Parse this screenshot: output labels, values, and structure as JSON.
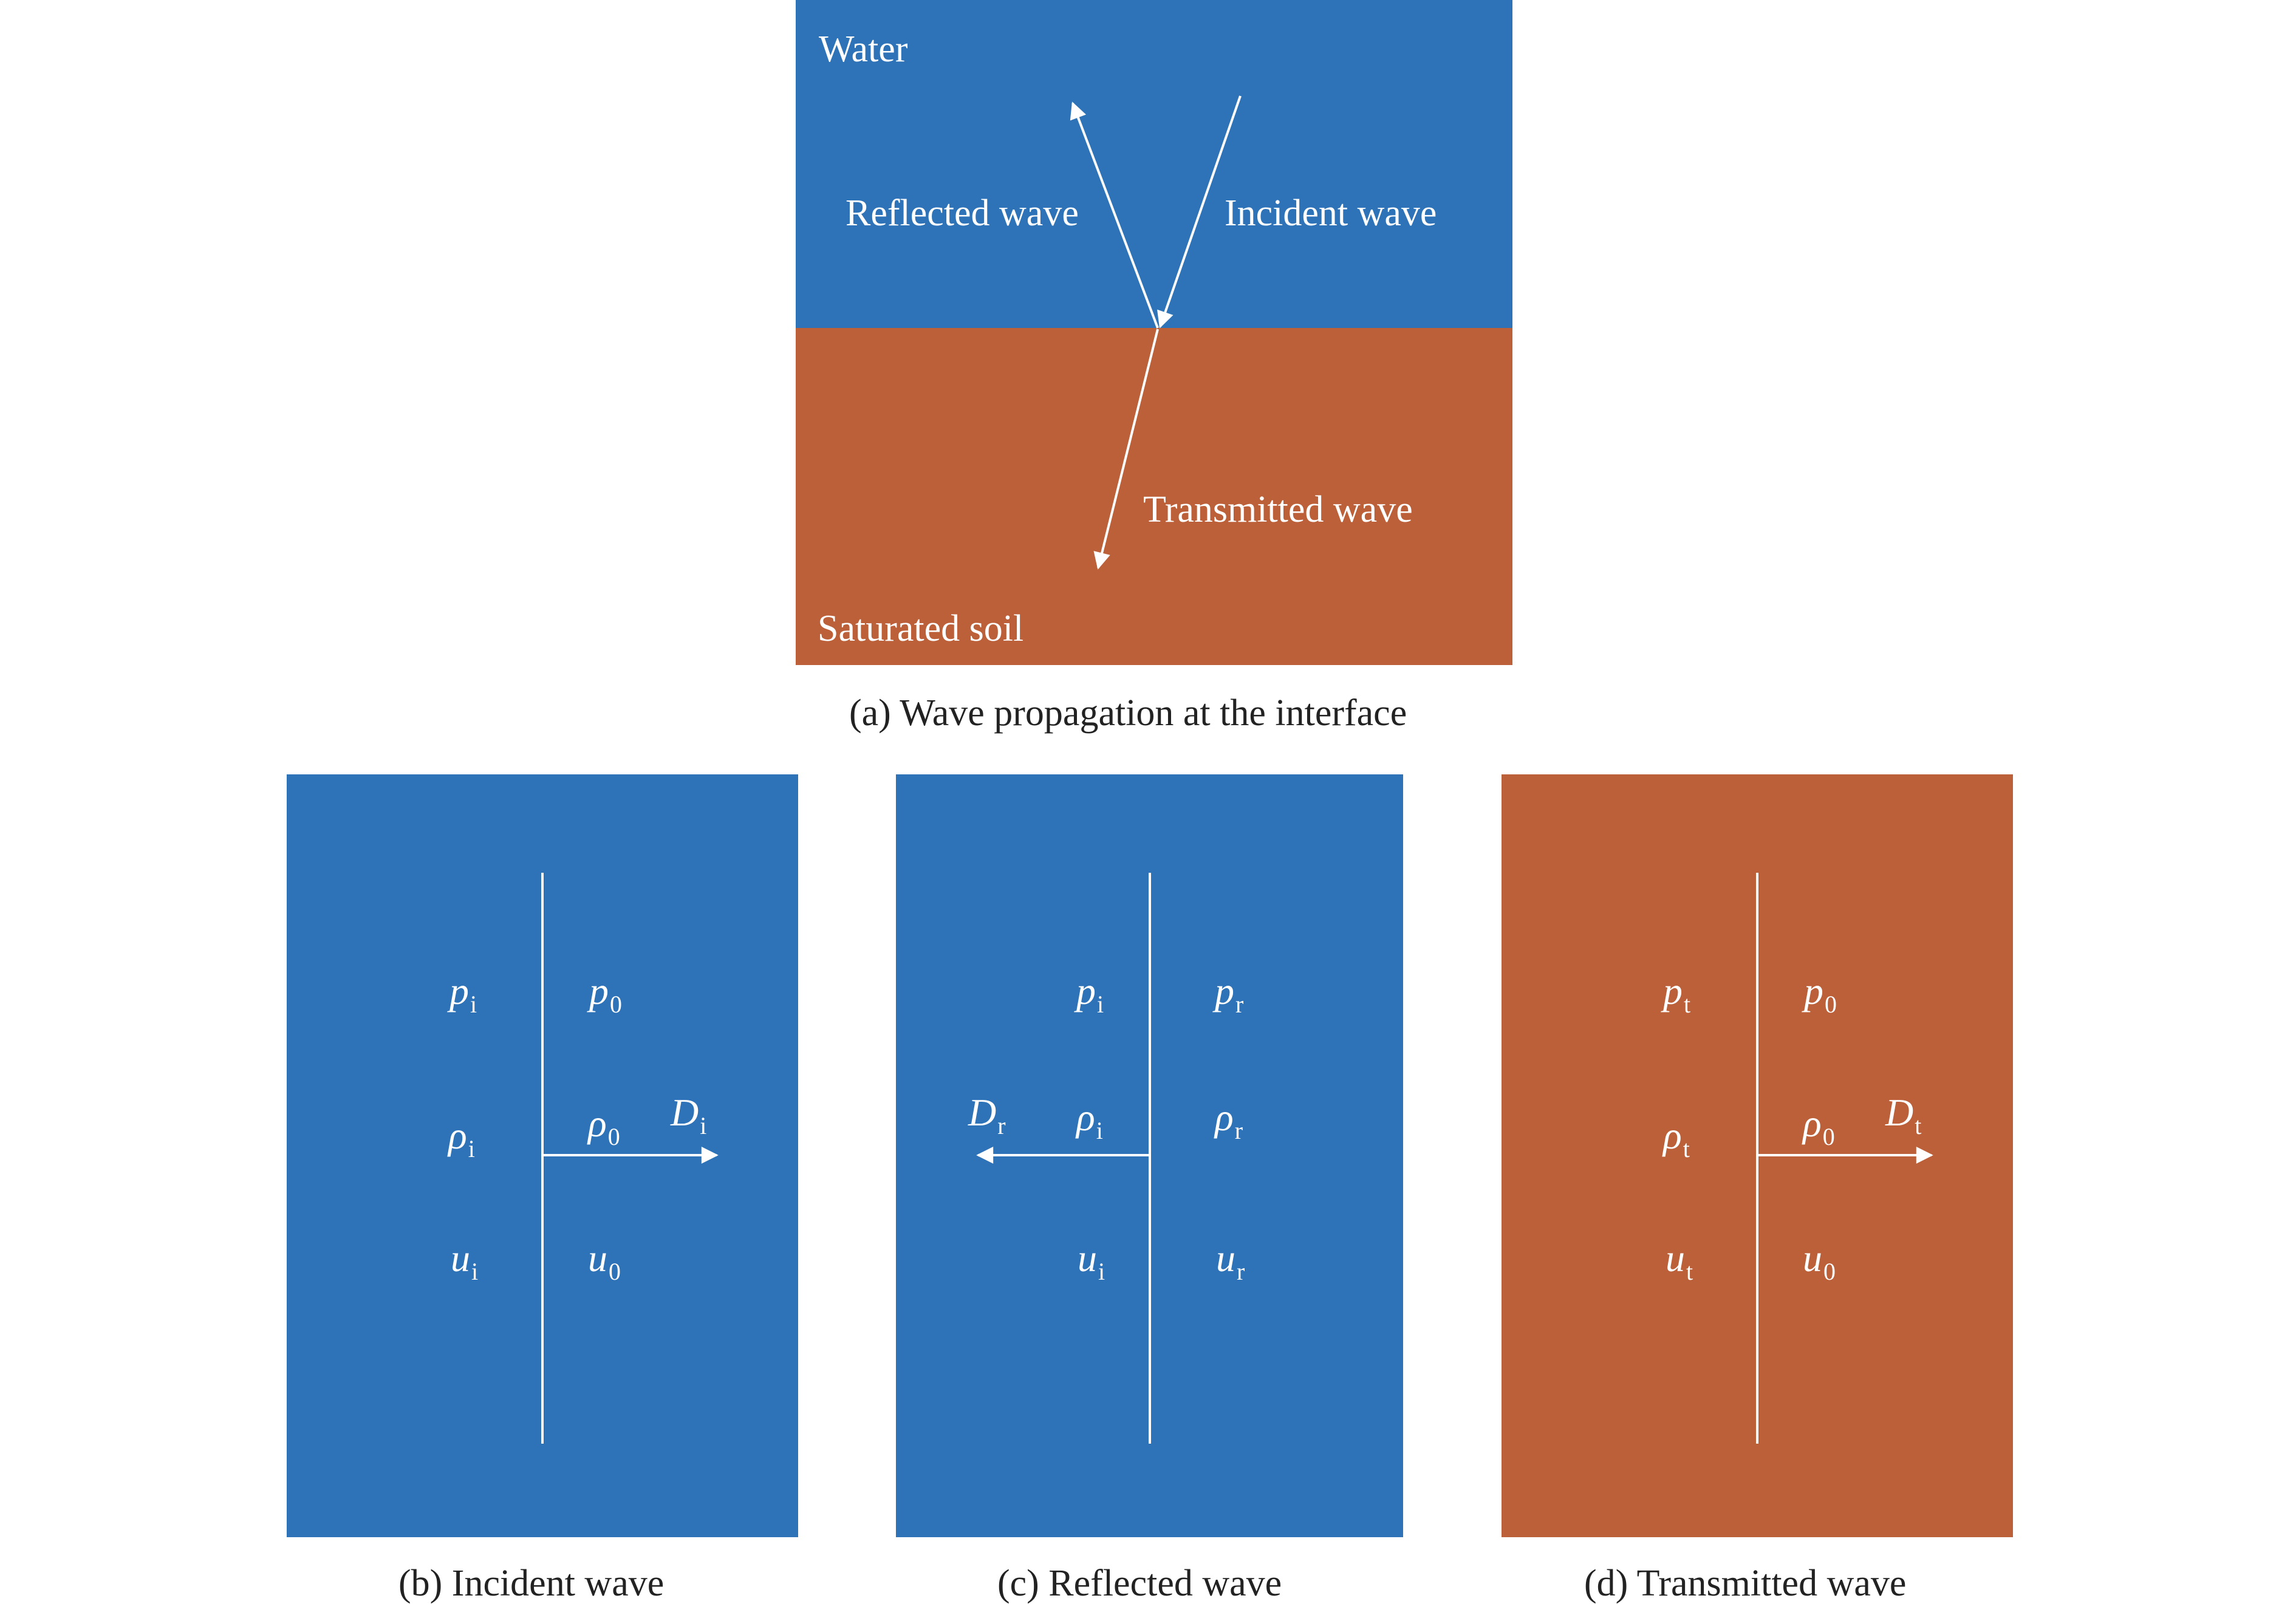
{
  "panel_a": {
    "colors": {
      "water": "#2E73B7",
      "soil": "#BB6039"
    },
    "water_label": "Water",
    "soil_label": "Saturated soil",
    "reflected_label": "Reflected wave",
    "incident_label": "Incident wave",
    "transmitted_label": "Transmitted wave",
    "caption": "(a) Wave propagation at the interface"
  },
  "panel_b": {
    "caption": "(b) Incident wave",
    "left": {
      "p": "p",
      "p_sub": "i",
      "rho": "ρ",
      "rho_sub": "i",
      "u": "u",
      "u_sub": "i"
    },
    "right": {
      "p": "p",
      "p_sub": "0",
      "rho": "ρ",
      "rho_sub": "0",
      "u": "u",
      "u_sub": "0"
    },
    "arrow_label": "D",
    "arrow_sub": "i",
    "arrow_direction": "right"
  },
  "panel_c": {
    "caption": "(c) Reflected wave",
    "left": {
      "p": "p",
      "p_sub": "i",
      "rho": "ρ",
      "rho_sub": "i",
      "u": "u",
      "u_sub": "i"
    },
    "right": {
      "p": "p",
      "p_sub": "r",
      "rho": "ρ",
      "rho_sub": "r",
      "u": "u",
      "u_sub": "r"
    },
    "arrow_label": "D",
    "arrow_sub": "r",
    "arrow_direction": "left"
  },
  "panel_d": {
    "caption": "(d) Transmitted wave",
    "left": {
      "p": "p",
      "p_sub": "t",
      "rho": "ρ",
      "rho_sub": "t",
      "u": "u",
      "u_sub": "t"
    },
    "right": {
      "p": "p",
      "p_sub": "0",
      "rho": "ρ",
      "rho_sub": "0",
      "u": "u",
      "u_sub": "0"
    },
    "arrow_label": "D",
    "arrow_sub": "t",
    "arrow_direction": "right"
  }
}
